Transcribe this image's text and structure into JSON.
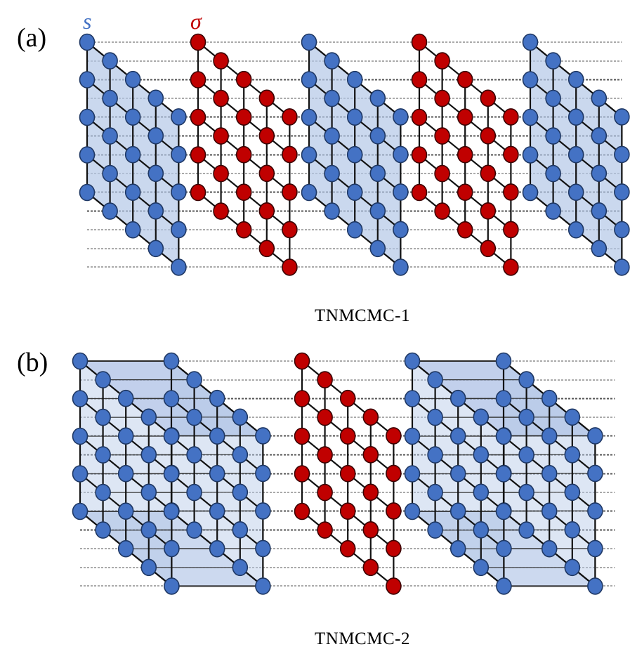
{
  "panel_a": {
    "label": "(a)",
    "caption": "TNMCMC-1"
  },
  "panel_b": {
    "label": "(b)",
    "caption": "TNMCMC-2"
  },
  "legend": {
    "s_symbol": "s",
    "sigma_symbol": "σ"
  },
  "colors": {
    "s_node_fill": "#4472c4",
    "sigma_node_fill": "#c00000",
    "node_stroke": "#1f3864",
    "sigma_stroke": "#3a0000",
    "plane_fill": "#b4c7e7",
    "s_label": "#4472c4",
    "sigma_label": "#c00000"
  }
}
